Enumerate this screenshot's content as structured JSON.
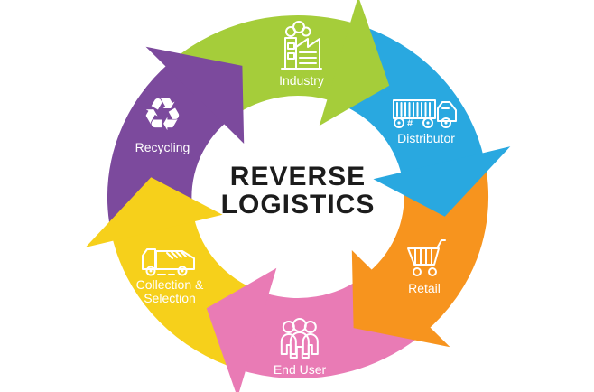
{
  "diagram": {
    "title_line1": "REVERSE",
    "title_line2": "LOGISTICS",
    "title_color": "#1c1c1c",
    "background_color": "#ffffff",
    "label_color": "#ffffff"
  },
  "cycle": {
    "direction": "clockwise",
    "segments": [
      {
        "name": "industry",
        "label": "Industry",
        "color": "#a5cd3a",
        "icon": "factory-icon"
      },
      {
        "name": "distributor",
        "label": "Distributor",
        "color": "#29a8e0",
        "icon": "container-truck-icon"
      },
      {
        "name": "retail",
        "label": "Retail",
        "color": "#f7941e",
        "icon": "shopping-cart-icon"
      },
      {
        "name": "end-user",
        "label": "End User",
        "color": "#e97bb5",
        "icon": "people-group-icon"
      },
      {
        "name": "collection-selection",
        "label": "Collection & Selection",
        "color": "#f6d01b",
        "icon": "garbage-truck-icon"
      },
      {
        "name": "recycling",
        "label": "Recycling",
        "color": "#7c4a9d",
        "icon": "recycle-symbol-icon",
        "symbol": "♻"
      }
    ]
  }
}
